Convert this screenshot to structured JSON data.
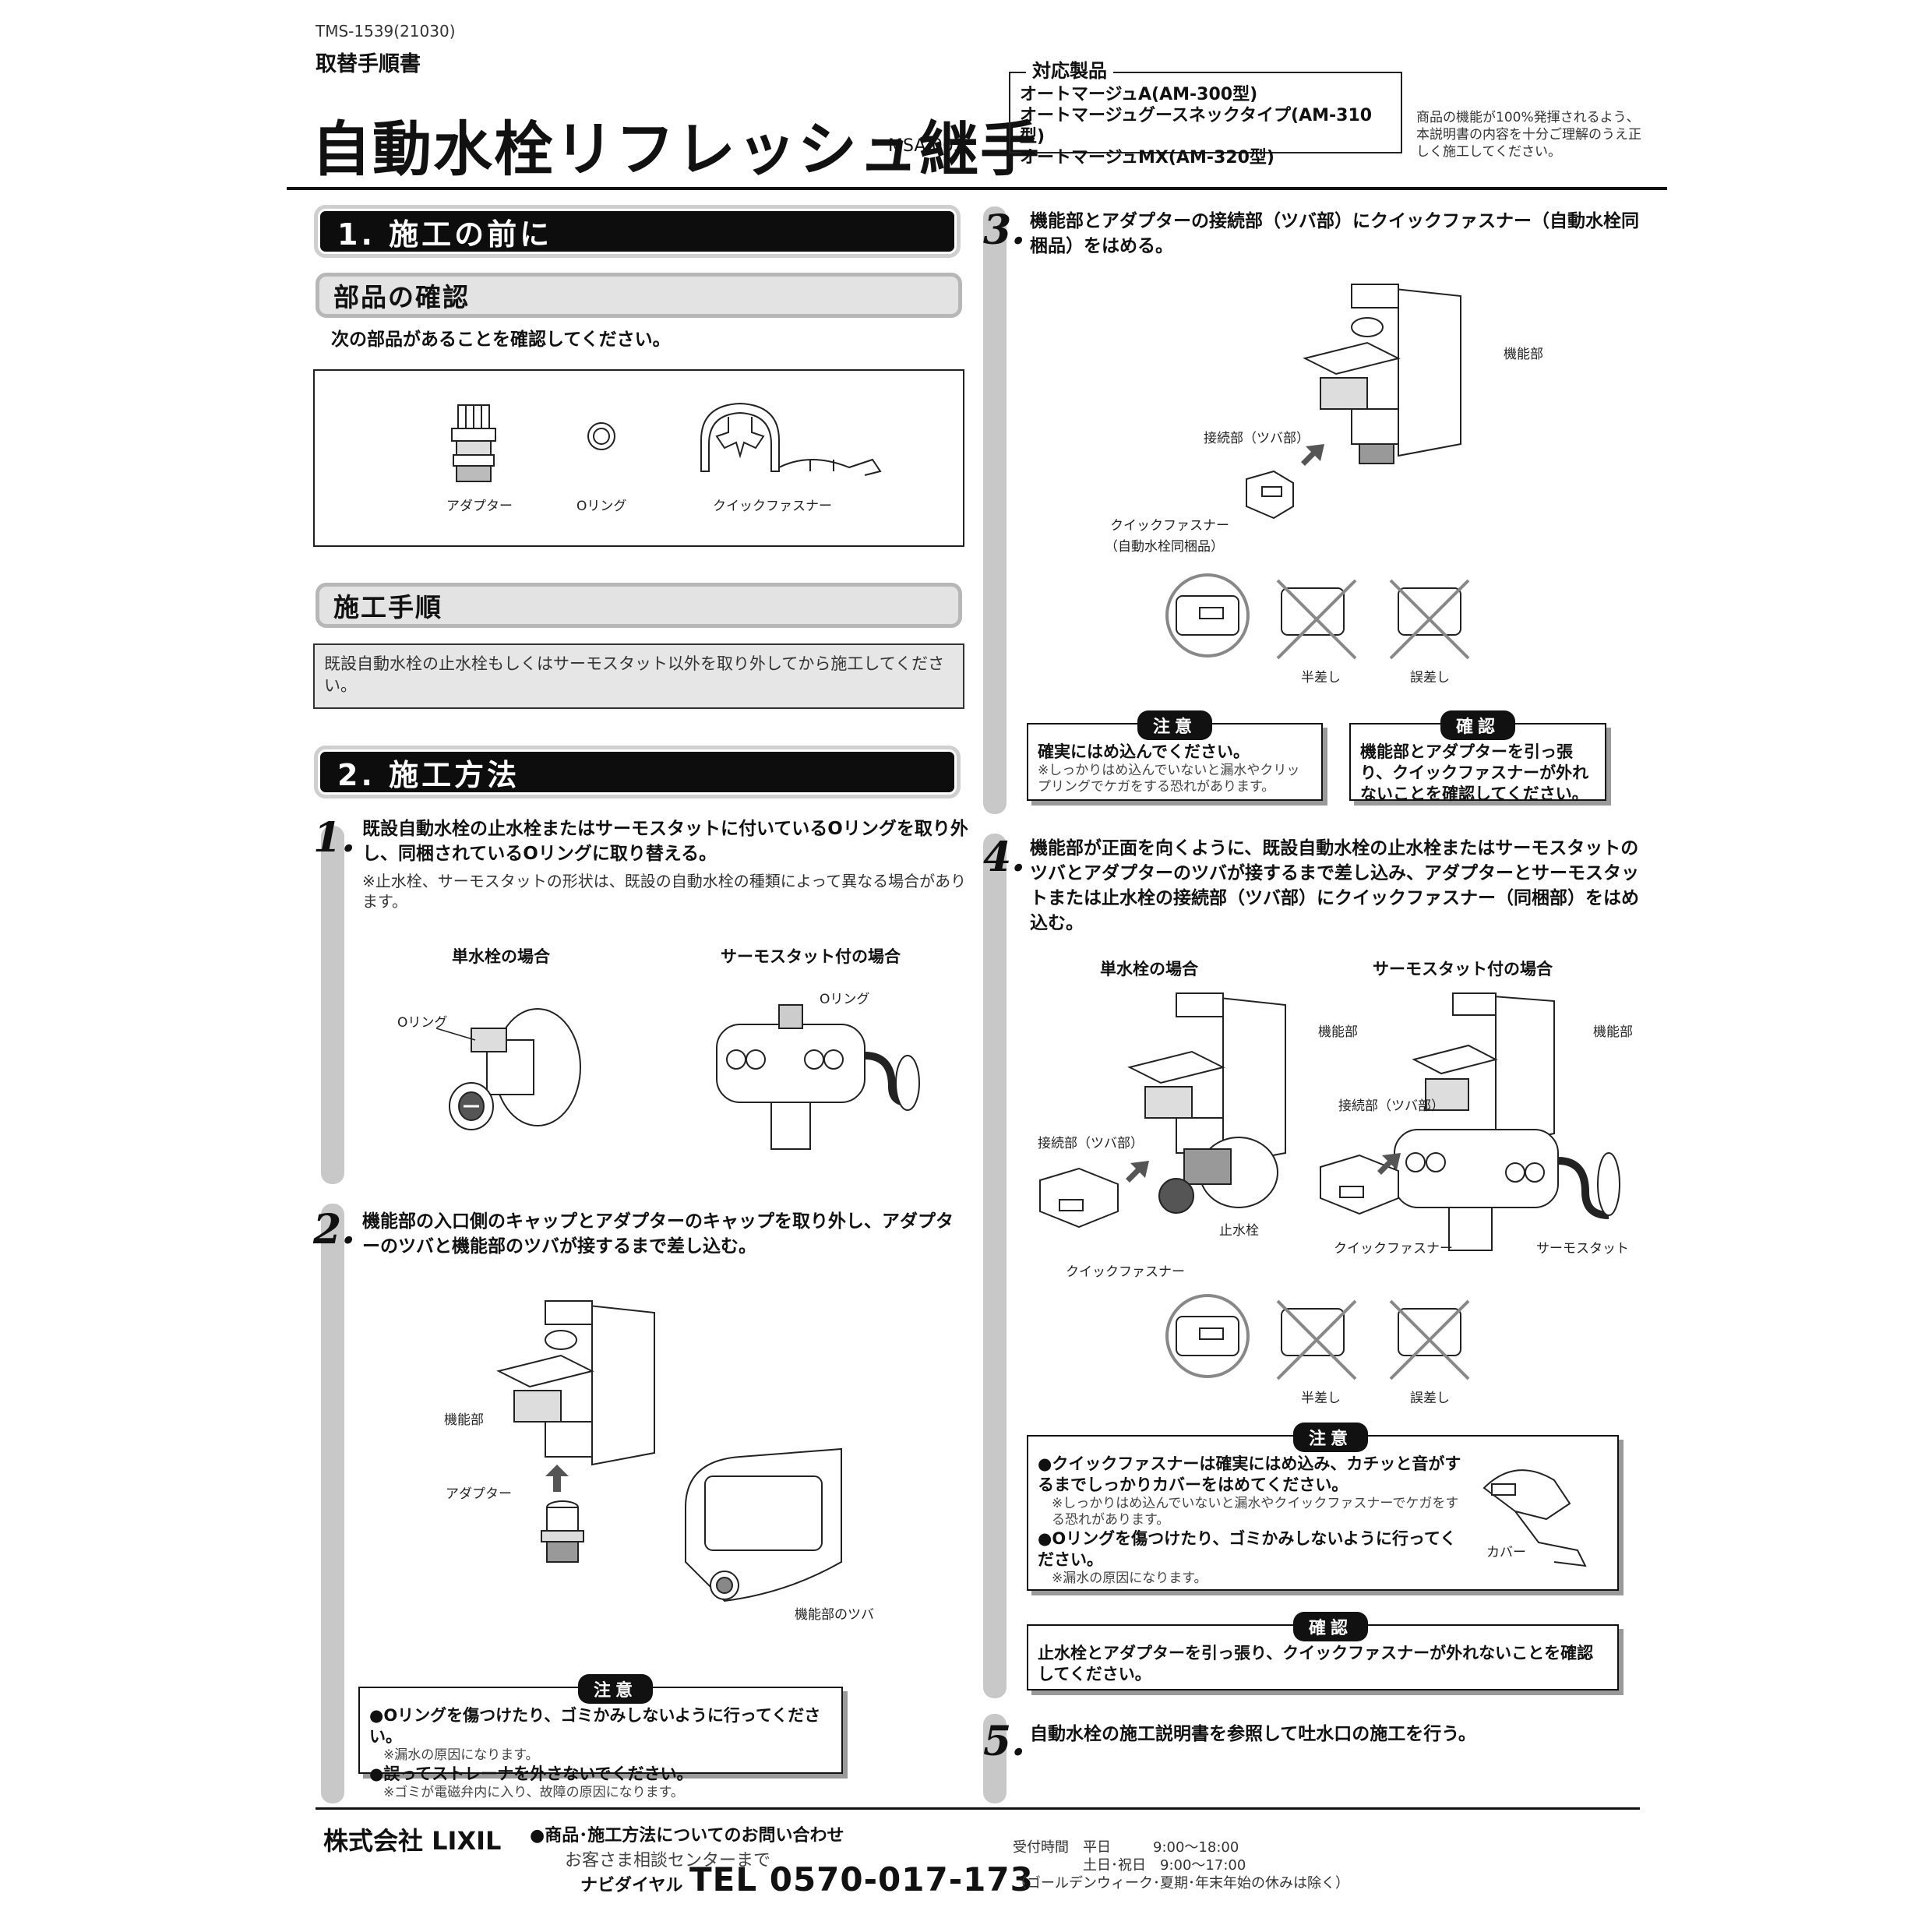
{
  "header": {
    "doc_code": "TMS-1539(21030)",
    "doc_type": "取替手順書",
    "title": "自動水栓リフレッシュ継手",
    "model": "MSA-005",
    "products_title": "対応製品",
    "products": [
      "オートマージュA(AM-300型)",
      "オートマージュグースネックタイプ(AM-310型)",
      "オートマージュMX(AM-320型)"
    ],
    "notice": "商品の機能が100%発揮されるよう、本説明書の内容を十分ご理解のうえ正しく施工してください。"
  },
  "section1": {
    "title": "1. 施工の前に",
    "parts_heading": "部品の確認",
    "parts_intro": "次の部品があることを確認してください。",
    "parts": [
      "アダプター",
      "Oリング",
      "クイックファスナー"
    ],
    "procedure_heading": "施工手順",
    "procedure_note": "既設自動水栓の止水栓もしくはサーモスタット以外を取り外してから施工してください。"
  },
  "section2": {
    "title": "2. 施工方法"
  },
  "step1": {
    "num": "1.",
    "text": "既設自動水栓の止水栓またはサーモスタットに付いているOリングを取り外し、同梱されているOリングに取り替える。",
    "note": "※止水栓、サーモスタットの形状は、既設の自動水栓の種類によって異なる場合があります。",
    "case_single": "単水栓の場合",
    "case_thermo": "サーモスタット付の場合",
    "label_oring": "Oリング"
  },
  "step2": {
    "num": "2.",
    "text": "機能部の入口側のキャップとアダプターのキャップを取り外し、アダプターのツバと機能部のツバが接するまで差し込む。",
    "label_unit": "機能部",
    "label_adapter": "アダプター",
    "label_flange": "機能部のツバ",
    "caution_tag": "注意",
    "caution": [
      {
        "main": "●Oリングを傷つけたり、ゴミかみしないように行ってください。",
        "sub": "※漏水の原因になります。"
      },
      {
        "main": "●誤ってストレーナを外さないでください。",
        "sub": "※ゴミが電磁弁内に入り、故障の原因になります。"
      }
    ]
  },
  "step3": {
    "num": "3.",
    "text": "機能部とアダプターの接続部（ツバ部）にクイックファスナー（自動水栓同梱品）をはめる。",
    "label_unit": "機能部",
    "label_joint": "接続部（ツバ部）",
    "label_fastener": "クイックファスナー",
    "label_fastener_note": "（自動水栓同梱品）",
    "label_half": "半差し",
    "label_wrong": "誤差し",
    "caution_tag": "注意",
    "caution_main": "確実にはめ込んでください。",
    "caution_sub": "※しっかりはめ込んでいないと漏水やクリップリングでケガをする恐れがあります。",
    "confirm_tag": "確認",
    "confirm": "機能部とアダプターを引っ張り、クイックファスナーが外れないことを確認してください。"
  },
  "step4": {
    "num": "4.",
    "text": "機能部が正面を向くように、既設自動水栓の止水栓またはサーモスタットのツバとアダプターのツバが接するまで差し込み、アダプターとサーモスタットまたは止水栓の接続部（ツバ部）にクイックファスナー（同梱部）をはめ込む。",
    "case_single": "単水栓の場合",
    "case_thermo": "サーモスタット付の場合",
    "label_unit": "機能部",
    "label_joint": "接続部（ツバ部）",
    "label_stopvalve": "止水栓",
    "label_fastener": "クイックファスナー",
    "label_thermo": "サーモスタット",
    "label_half": "半差し",
    "label_wrong": "誤差し",
    "caution_tag": "注意",
    "caution": [
      {
        "main": "●クイックファスナーは確実にはめ込み、カチッと音がするまでしっかりカバーをはめてください。",
        "sub": "※しっかりはめ込んでいないと漏水やクイックファスナーでケガをする恐れがあります。"
      },
      {
        "main": "●Oリングを傷つけたり、ゴミかみしないように行ってください。",
        "sub": "※漏水の原因になります。"
      }
    ],
    "label_cover": "カバー",
    "confirm_tag": "確認",
    "confirm": "止水栓とアダプターを引っ張り、クイックファスナーが外れないことを確認してください。"
  },
  "step5": {
    "num": "5.",
    "text": "自動水栓の施工説明書を参照して吐水口の施工を行う。"
  },
  "footer": {
    "company": "株式会社 LIXIL",
    "inquiry_title": "●商品･施工方法についてのお問い合わせ",
    "inquiry_sub": "お客さま相談センターまで",
    "navi": "ナビダイヤル",
    "tel": "TEL 0570-017-173",
    "hours": "受付時間　平日　　　9:00～18:00\n　　　　　土日･祝日　9:00～17:00\n（ゴールデンウィーク･夏期･年末年始の休みは除く）"
  }
}
